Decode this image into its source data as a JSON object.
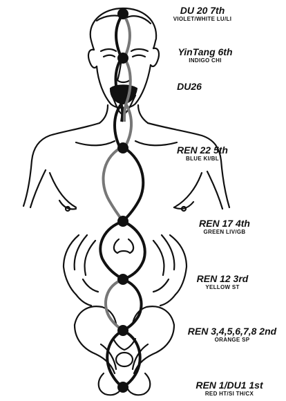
{
  "points": [
    {
      "code": "DU 20 7th",
      "detail": "VIOLET/WHITE LU/LI"
    },
    {
      "code": "YinTang 6th",
      "detail": "INDIGO CHI"
    },
    {
      "code": "DU26",
      "detail": ""
    },
    {
      "code": "REN 22 5th",
      "detail": "BLUE KI/BL"
    },
    {
      "code": "REN 17 4th",
      "detail": "GREEN LIV/GB"
    },
    {
      "code": "REN 12 3rd",
      "detail": "YELLOW ST"
    },
    {
      "code": "REN 3,4,5,6,7,8 2nd",
      "detail": "ORANGE SP"
    },
    {
      "code": "REN 1/DU1  1st",
      "detail": "RED HT/SI TH/CX"
    }
  ]
}
